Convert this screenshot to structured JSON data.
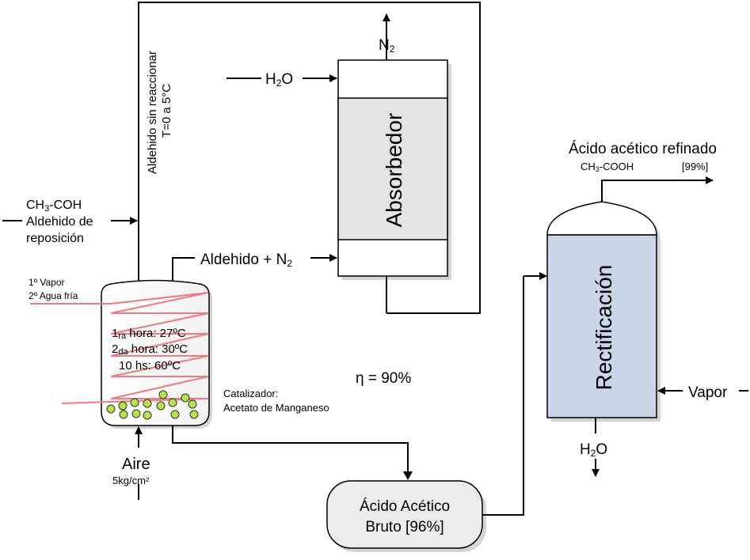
{
  "labels": {
    "n2_top": "N",
    "n2_top_sub": "2",
    "h2o_in": "H",
    "h2o_in_sub": "2",
    "h2o_in_end": "O",
    "absorber": "Absorbedor",
    "recycle_line1": "Aldehido sin reaccionar",
    "recycle_line2": "T=0 a 5°C",
    "makeup_formula_pre": "CH",
    "makeup_formula_sub": "3",
    "makeup_formula_post": "-COH",
    "makeup_line2": "Aldehido de",
    "makeup_line3": "reposición",
    "gas_out": "Aldehido + N",
    "gas_out_sub": "2",
    "coil_line1": "1º Vapor",
    "coil_line2": "2º Agua fría",
    "stage1_pre": "1",
    "stage1_sub": "ra",
    "stage1_post": " hora: 27ºC",
    "stage2_pre": "2",
    "stage2_sub": "da",
    "stage2_post": " hora: 30ºC",
    "stage3": "10 hs: 60ºC",
    "catalyst_line1": "Catalizador:",
    "catalyst_line2": "Acetato de Manganeso",
    "air": "Aire",
    "air_pressure": "5kg/cm²",
    "efficiency": "η = 90%",
    "crude_line1": "Ácido Acético",
    "crude_line2": "Bruto [96%]",
    "rectification": "Rectificación",
    "refined_title": "Ácido acético refinado",
    "refined_formula_pre": "CH",
    "refined_formula_sub": "3",
    "refined_formula_post": "-COOH",
    "refined_purity": "[99%]",
    "vapor": "Vapor",
    "h2o_bottom": "H",
    "h2o_bottom_sub": "2",
    "h2o_bottom_end": "O"
  },
  "colors": {
    "absorber_fill": "#e4e4e4",
    "rectifier_fill": "#c8d6e6",
    "reactor_fill": "#ffffff",
    "coil": "#f07a80",
    "catalyst_fill": "#b4e34a",
    "crude_fill": "#ececec"
  }
}
